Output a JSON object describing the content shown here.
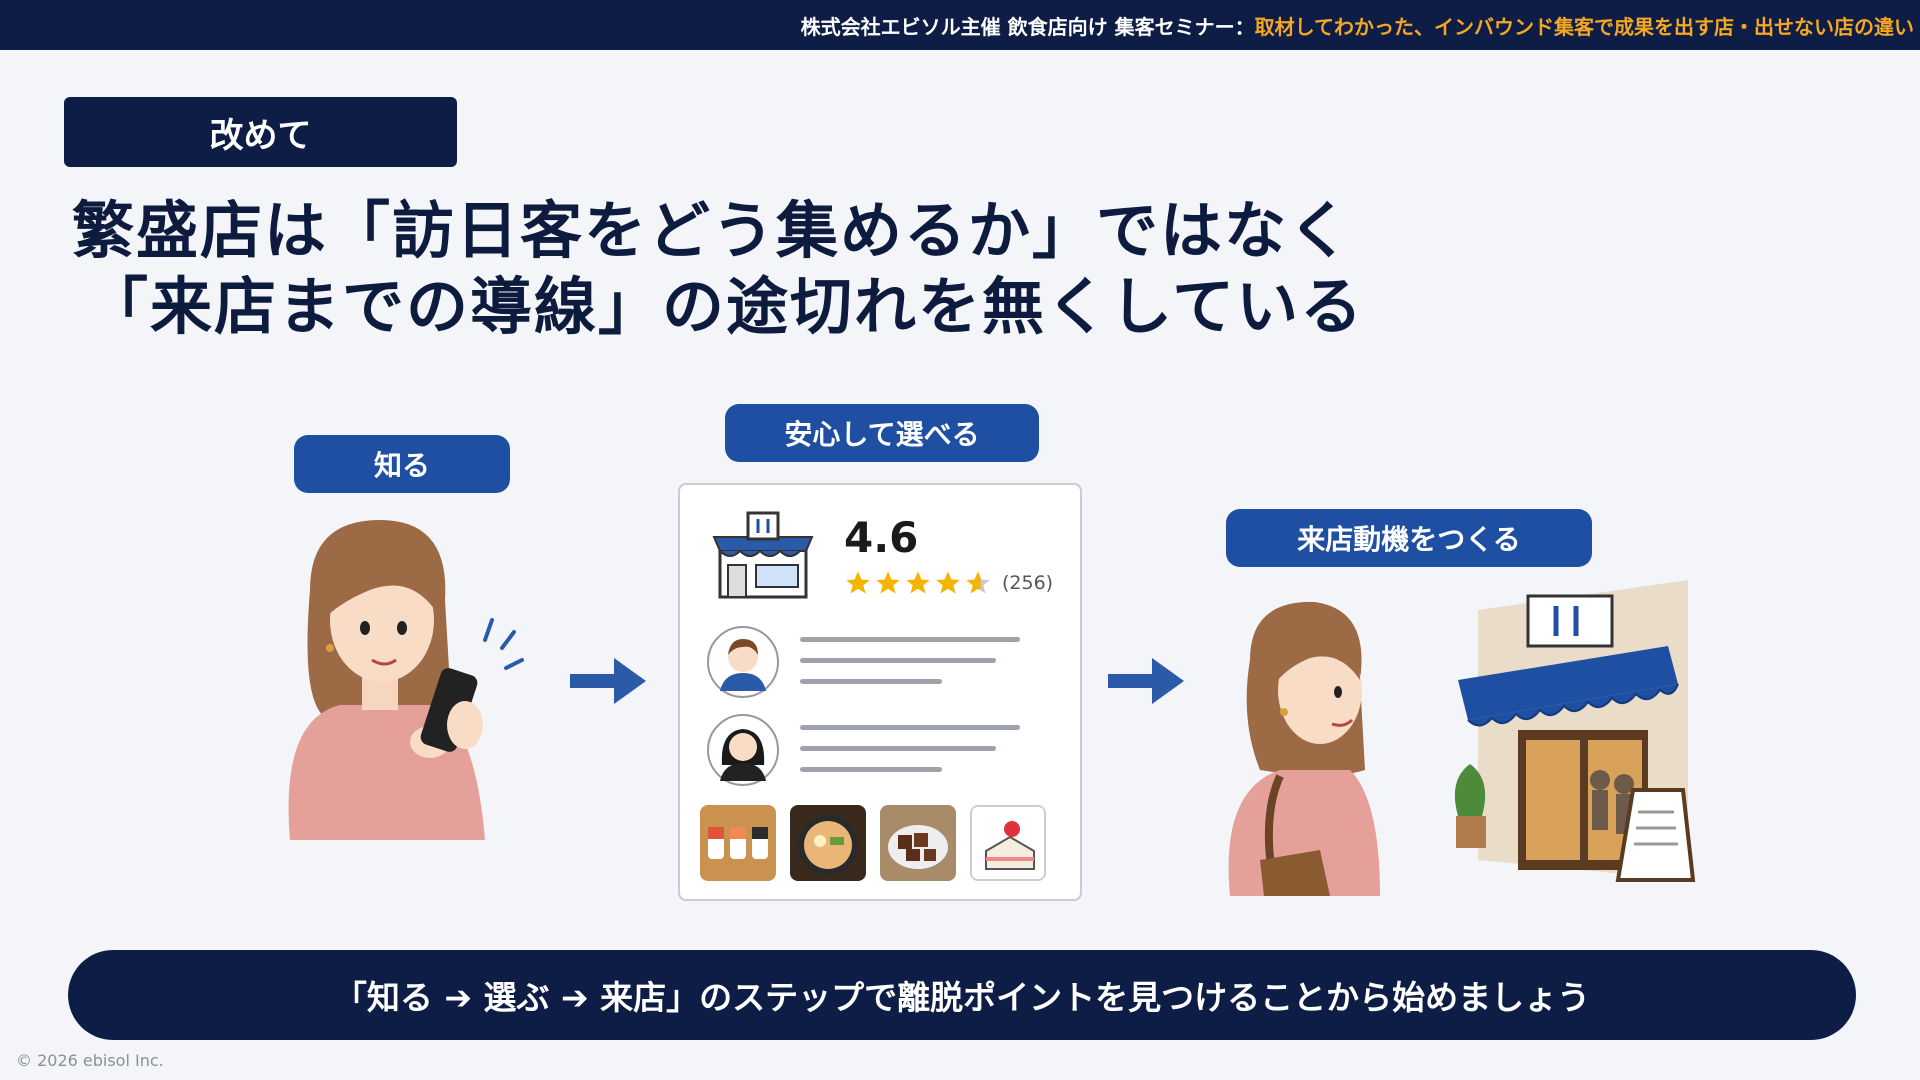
{
  "header": {
    "organizer": "株式会社エビソル主催 飲食店向け 集客セミナー：",
    "seminar_title": "取材してわかった、インバウンド集客で成果を出す店・出せない店の違い"
  },
  "section_tag": "改めて",
  "headline": {
    "line1": "繁盛店は「訪日客をどう集めるか」ではなく",
    "line2": "「来店までの導線」の途切れを無くしている"
  },
  "steps": {
    "know": "知る",
    "choose": "安心して選べる",
    "visit": "来店動機をつくる"
  },
  "review_card": {
    "rating": "4.6",
    "review_count": "(256)",
    "stars_value": 4.6,
    "stars_max": 5
  },
  "bottom_banner": "「知る ➔ 選ぶ ➔ 来店」のステップで離脱ポイントを見つけることから始めましょう",
  "footer": {
    "copyright": "© 2026 ebisol Inc."
  },
  "colors": {
    "navy": "#0d1d45",
    "pill_blue": "#1f4fa3",
    "accent_orange": "#f5a623",
    "star_yellow": "#f5b400",
    "background": "#f3f5f8"
  },
  "icons": {
    "shop": "storefront-icon",
    "arrow": "arrow-right-icon",
    "star": "star-icon"
  }
}
